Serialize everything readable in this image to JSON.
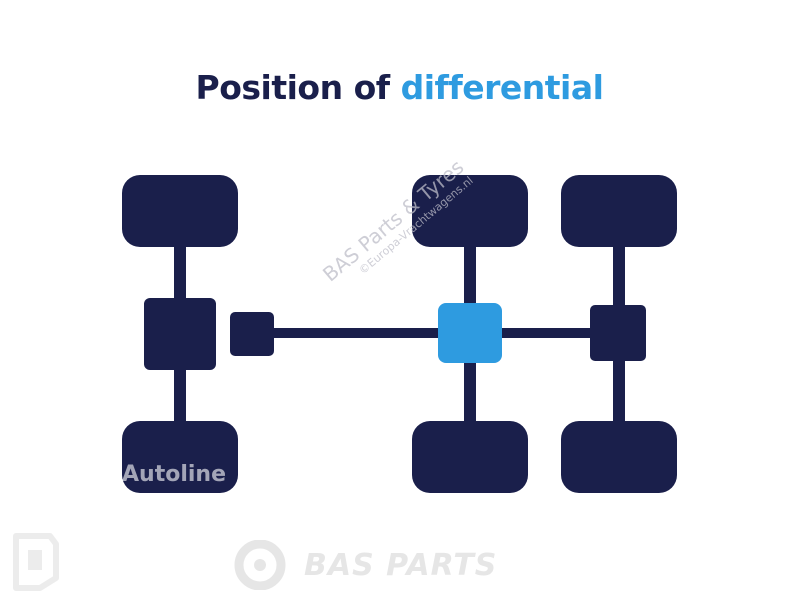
{
  "title": {
    "prefix": "Position of",
    "highlight": "differential"
  },
  "colors": {
    "dark": "#1a1f4b",
    "accent": "#2e9be0"
  },
  "diagram": {
    "differential_position": "rear-front-axle"
  },
  "watermarks": {
    "autoline": "Autoline",
    "bas_diagonal": "BAS Parts & Tyres",
    "bas_diagonal_site": "©Europa-Vrachtwagens.nl",
    "bas_logo": "BAS PARTS"
  }
}
